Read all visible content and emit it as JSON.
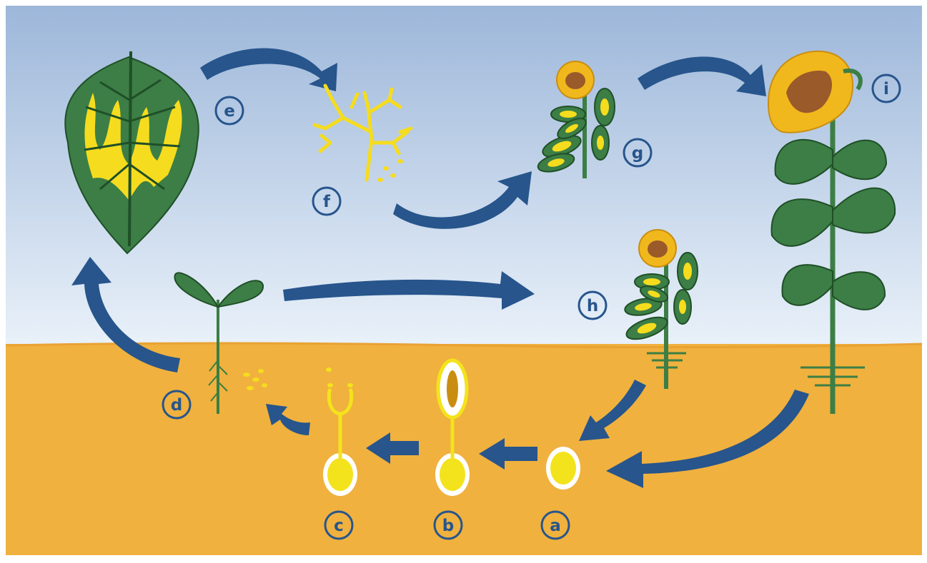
{
  "colors": {
    "sky_top": "#9db7da",
    "sky_bottom": "#e9f1f9",
    "soil": "#f0b13e",
    "arrow": "#27558c",
    "leaf": "#3c7e45",
    "leaf_dark": "#1f4f27",
    "yellow": "#f5dc1e",
    "petal": "#f1b81d",
    "flower_center": "#9a5a2a",
    "seed": "#f3e31c",
    "label_ring": "#27558c"
  },
  "labels": {
    "a": "a",
    "b": "b",
    "c": "c",
    "d": "d",
    "e": "e",
    "f": "f",
    "g": "g",
    "h": "h",
    "i": "i"
  }
}
